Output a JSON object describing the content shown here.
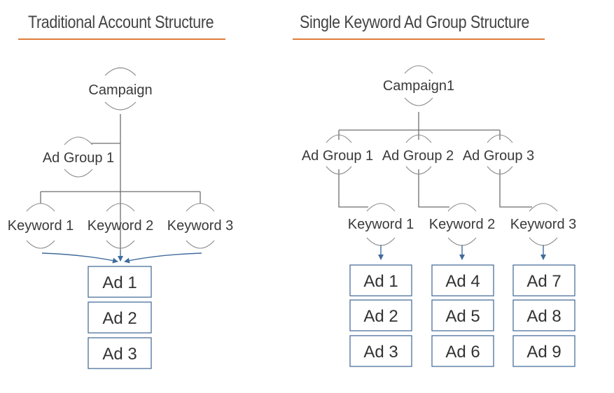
{
  "left": {
    "title": "Traditional Account Structure",
    "campaign": "Campaign",
    "ad_group": "Ad Group 1",
    "keywords": [
      "Keyword 1",
      "Keyword 2",
      "Keyword 3"
    ],
    "ads": [
      "Ad 1",
      "Ad 2",
      "Ad 3"
    ]
  },
  "right": {
    "title": "Single Keyword Ad Group Structure",
    "campaign": "Campaign1",
    "ad_groups": [
      "Ad Group 1",
      "Ad Group 2",
      "Ad Group 3"
    ],
    "keywords": [
      "Keyword 1",
      "Keyword 2",
      "Keyword 3"
    ],
    "ads": [
      [
        "Ad 1",
        "Ad 2",
        "Ad 3"
      ],
      [
        "Ad 4",
        "Ad 5",
        "Ad 6"
      ],
      [
        "Ad 7",
        "Ad 8",
        "Ad 9"
      ]
    ]
  },
  "colors": {
    "title_underline": "#e07c3a",
    "connector": "#6e6e6e",
    "arrow": "#3f6b9c",
    "ad_box_border": "#4a6f9b"
  }
}
